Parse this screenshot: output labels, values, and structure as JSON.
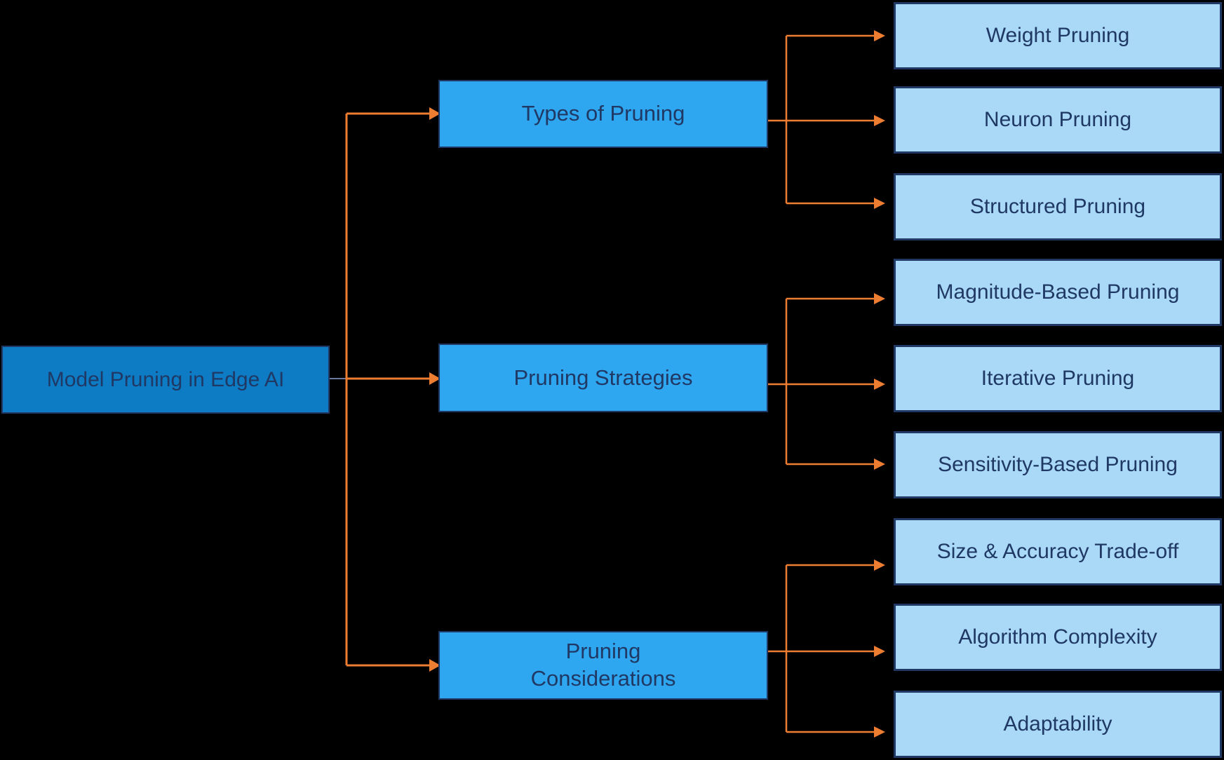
{
  "diagram": {
    "title": "Model Pruning in Edge AI",
    "root": {
      "label": "Model Pruning in Edge AI"
    },
    "branches": [
      {
        "label": "Types of Pruning",
        "children": [
          "Weight Pruning",
          "Neuron Pruning",
          "Structured Pruning"
        ]
      },
      {
        "label": "Pruning Strategies",
        "children": [
          "Magnitude-Based Pruning",
          "Iterative Pruning",
          "Sensitivity-Based Pruning"
        ]
      },
      {
        "label": "Pruning Considerations",
        "children": [
          "Size & Accuracy Trade-off",
          "Algorithm Complexity",
          "Adaptability"
        ]
      }
    ],
    "colors": {
      "background": "#000000",
      "root_fill": "#0d7cc4",
      "branch_fill": "#2fa7f0",
      "leaf_fill": "#a9d9f7",
      "node_border": "#1f3864",
      "text": "#1f3864",
      "connector": "#ed7d31",
      "root_stub_line": "#8e9fd4"
    }
  }
}
